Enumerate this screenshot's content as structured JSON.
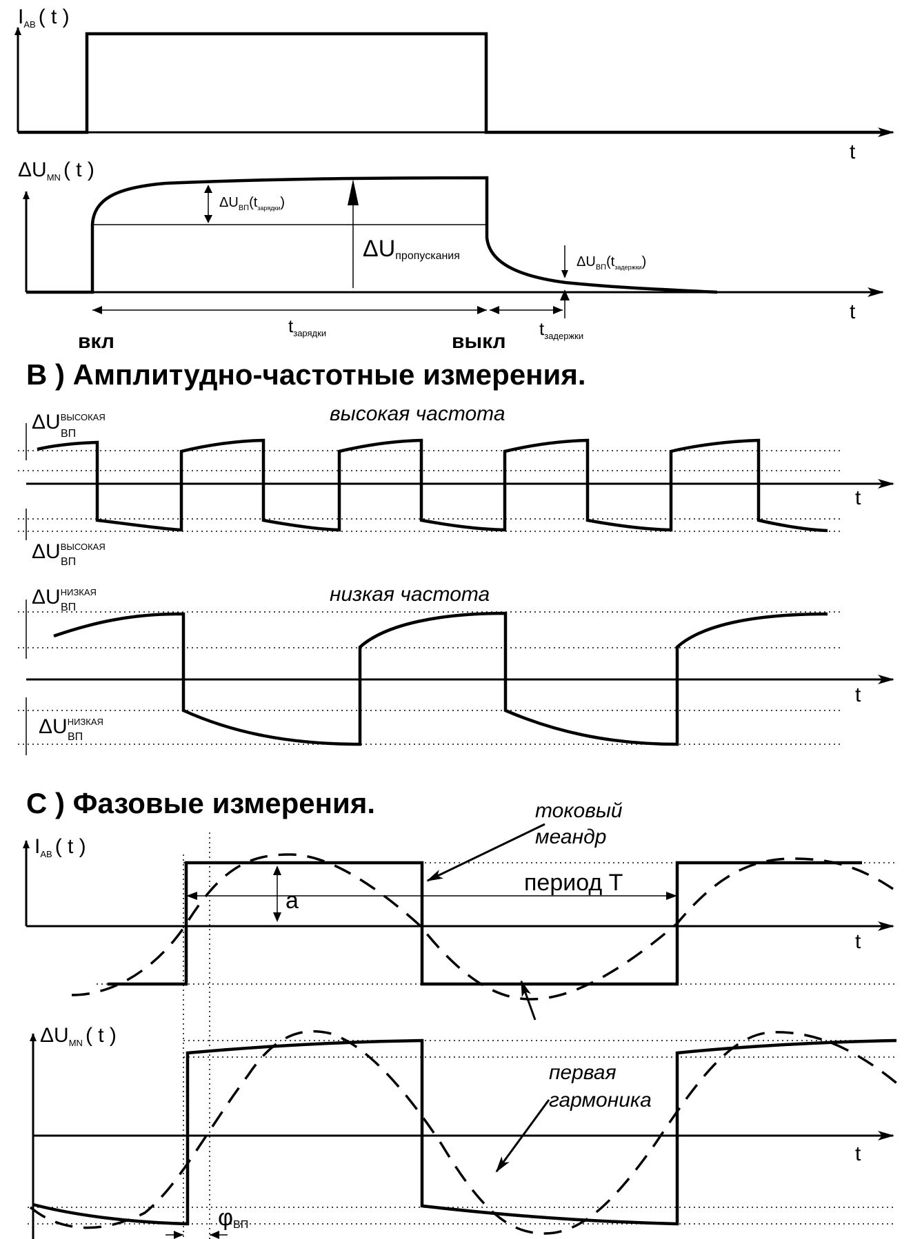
{
  "panelA": {
    "current_label": "I",
    "current_sub": "АВ",
    "current_arg": "( t )",
    "voltage_label": "ΔU",
    "voltage_sub": "MN",
    "voltage_arg": "( t )",
    "time": "t",
    "dU_vp_charge": "ΔU",
    "dU_vp_charge_sub": "ВП",
    "dU_vp_charge_arg": "(t",
    "dU_vp_charge_argsub": "зарядки",
    "dU_pass": "ΔU",
    "dU_pass_sub": "пропускания",
    "dU_vp_delay": "ΔU",
    "dU_vp_delay_sub": "ВП",
    "dU_vp_delay_arg": "(t",
    "dU_vp_delay_argsub": "задержки",
    "t_charge": "t",
    "t_charge_sub": "зарядки",
    "t_delay": "t",
    "t_delay_sub": "задержки",
    "on": "вкл",
    "off": "выкл"
  },
  "panelB": {
    "heading": "B ) Амплитудно-частотные измерения.",
    "high_caption": "высокая частота",
    "low_caption": "низкая частота",
    "dU": "ΔU",
    "vp": "ВП",
    "high_sup": "ВЫСОКАЯ",
    "low_sup": "НИЗКАЯ",
    "time": "t"
  },
  "panelC": {
    "heading": "C ) Фазовые измерения.",
    "current_label": "I",
    "current_sub": "АВ",
    "current_arg": "( t )",
    "voltage_label": "ΔU",
    "voltage_sub": "MN",
    "voltage_arg": "( t )",
    "meander_line1": "токовый",
    "meander_line2": "меандр",
    "period": "период  T",
    "amplitude": "a",
    "harmonic_line1": "первая",
    "harmonic_line2": "гармоника",
    "phase": "φ",
    "phase_sub": "ВП",
    "time": "t"
  }
}
